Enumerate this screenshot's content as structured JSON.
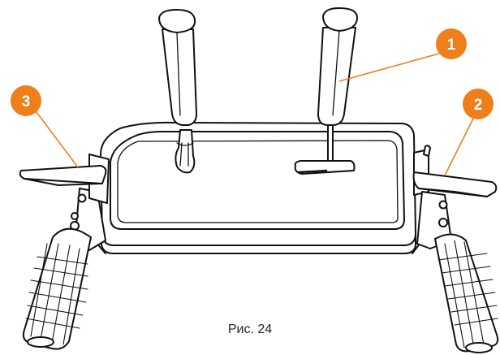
{
  "caption": "Рис. 24",
  "accent_color": "#EE7F1A",
  "callouts": [
    {
      "number": "1"
    },
    {
      "number": "2"
    },
    {
      "number": "3"
    }
  ]
}
